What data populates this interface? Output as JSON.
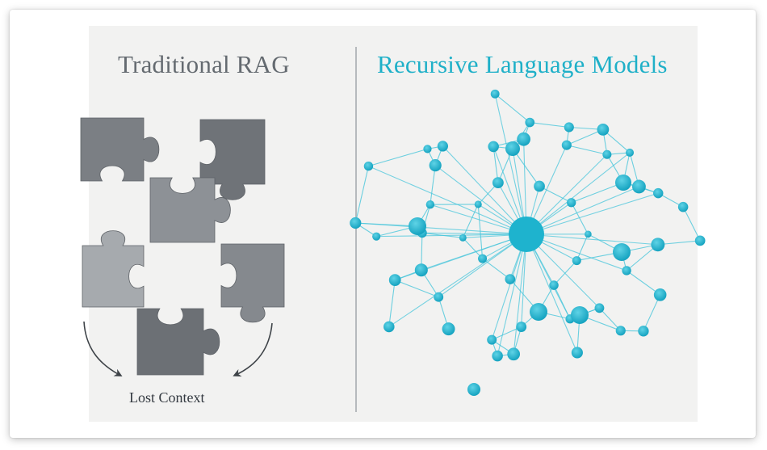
{
  "left": {
    "title": "Traditional RAG",
    "caption": "Lost Context",
    "piece_colors": [
      "#7b7f84",
      "#8d9196",
      "#6f7378",
      "#a6aaae",
      "#85898e",
      "#6c7075"
    ]
  },
  "right": {
    "title": "Recursive Language Models",
    "network_color": "#1eb3ce",
    "edge_color": "#49c5db"
  },
  "icons": {
    "puzzle": "puzzle-piece-icon",
    "arrow": "curved-arrow-icon",
    "network": "network-graph-icon"
  }
}
